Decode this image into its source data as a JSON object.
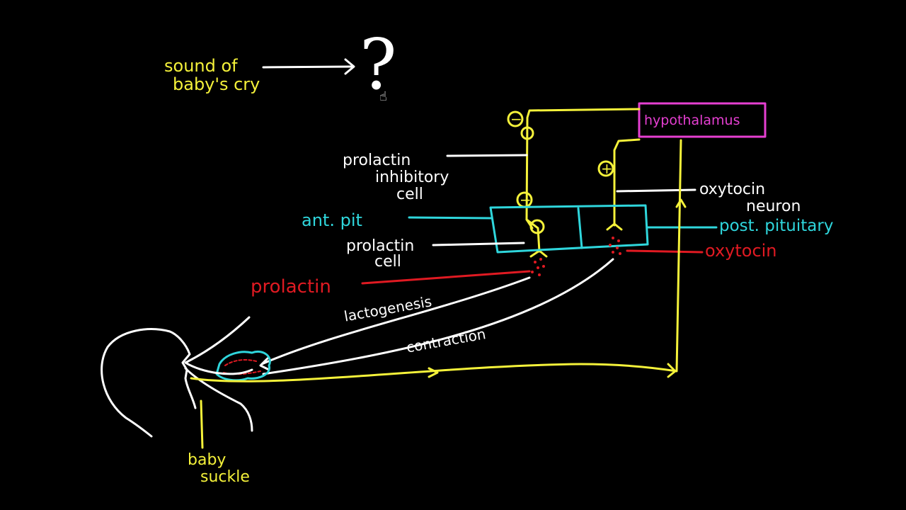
{
  "labels": {
    "sound_line1": "sound of",
    "sound_line2": "baby's cry",
    "question_mark": "?",
    "hypothalamus": "hypothalamus",
    "prolactin_inhibitory_line1": "prolactin",
    "prolactin_inhibitory_line2": "inhibitory",
    "prolactin_inhibitory_line3": "cell",
    "ant_pit": "ant. pit",
    "prolactin_cell_line1": "prolactin",
    "prolactin_cell_line2": "cell",
    "prolactin": "prolactin",
    "lactogenesis": "lactogenesis",
    "contraction": "contraction",
    "oxytocin_neuron_line1": "oxytocin",
    "oxytocin_neuron_line2": "neuron",
    "post_pituitary": "post. pituitary",
    "oxytocin": "oxytocin",
    "baby_suckle_line1": "baby",
    "baby_suckle_line2": "suckle"
  },
  "symbols": {
    "minus": "−",
    "plus": "+"
  },
  "colors": {
    "background": "#000000",
    "yellow": "#f5f23a",
    "white": "#ffffff",
    "cyan": "#2fd6dc",
    "red": "#e01a22",
    "magenta": "#e63fd2"
  }
}
